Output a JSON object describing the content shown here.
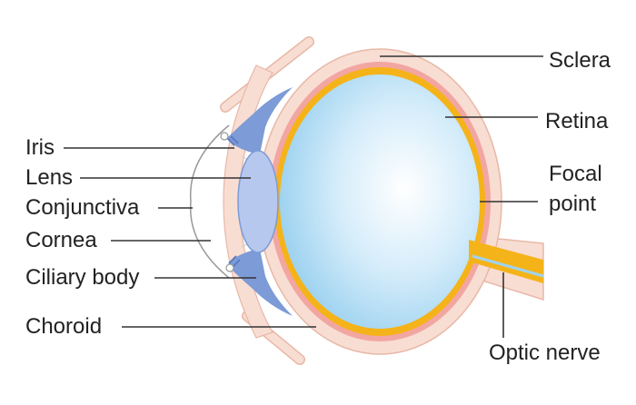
{
  "labels": {
    "iris": "Iris",
    "lens": "Lens",
    "conjunctiva": "Conjunctiva",
    "cornea": "Cornea",
    "ciliary_body": "Ciliary body",
    "choroid": "Choroid",
    "sclera": "Sclera",
    "retina": "Retina",
    "focal_point_line1": "Focal",
    "focal_point_line2": "point",
    "optic_nerve": "Optic nerve"
  },
  "colors": {
    "sclera": "#f8ddd3",
    "sclera_stroke": "#e8b8a6",
    "choroid": "#f2a6a2",
    "retina": "#f5b31a",
    "vitreous_center": "#ffffff",
    "vitreous_edge": "#9fd3f0",
    "iris": "#7d9bd6",
    "lens": "#b7c8ee",
    "cornea_stroke": "#999999",
    "leader_line": "#333333"
  }
}
